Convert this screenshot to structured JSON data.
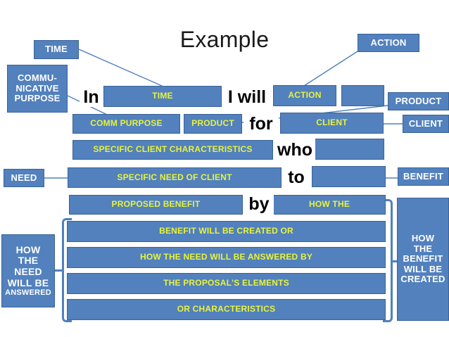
{
  "slide": {
    "title": "Example",
    "background": "#ffffff",
    "box_fill": "#5281BD",
    "box_border": "#3A6396",
    "yellow_text": "#E8F33C",
    "white_text": "#FFFFFF",
    "connector_color": "#4E81BD"
  },
  "left_labels": {
    "time": "TIME",
    "communicative_purpose": "COMMU-\nNICATIVE\nPURPOSE",
    "communicative_purpose_lines": [
      "COMMU-",
      "NICATIVE",
      "PURPOSE"
    ],
    "need": "NEED",
    "how_the_need_lines": [
      "HOW",
      "THE",
      "NEED",
      "WILL BE"
    ],
    "how_the_need_last": "ANSWERED"
  },
  "right_labels": {
    "action": "ACTION",
    "product": "PRODUCT",
    "client": "CLIENT",
    "benefit": "BENEFIT",
    "how_the_benefit_lines": [
      "HOW",
      "THE",
      "BENEFIT",
      "WILL BE",
      "CREATED"
    ]
  },
  "connector_words": {
    "in": "In",
    "i_will": "I will",
    "for": "for",
    "who": "who",
    "to": "to",
    "by": "by"
  },
  "slots": {
    "time": "TIME",
    "action": "ACTION",
    "action_blank": "",
    "comm_purpose": "COMM PURPOSE",
    "product": "PRODUCT",
    "client": "CLIENT",
    "specific_client_characteristics": "SPECIFIC CLIENT CHARACTERISTICS",
    "who_blank": "",
    "specific_need_of_client": "SPECIFIC NEED OF CLIENT",
    "to_blank": "",
    "proposed_benefit": "PROPOSED BENEFIT",
    "how_the": "HOW THE"
  },
  "bottom_bars": [
    "BENEFIT WILL BE CREATED OR",
    "HOW THE NEED WILL BE ANSWERED BY",
    "THE PROPOSAL'S ELEMENTS",
    "OR CHARACTERISTICS"
  ]
}
